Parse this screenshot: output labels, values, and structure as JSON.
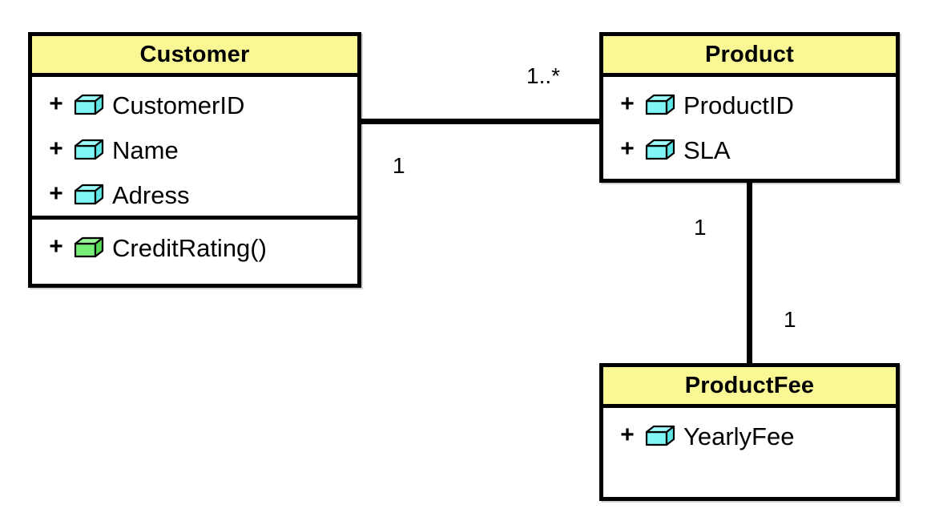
{
  "diagram": {
    "type": "uml-class-diagram",
    "background_color": "#ffffff",
    "header_fill": "#faf894",
    "border_color": "#000000",
    "attribute_icon_color": "#7ff5f5",
    "method_icon_color": "#77ee77"
  },
  "classes": [
    {
      "id": "customer",
      "name": "Customer",
      "attributes": [
        {
          "visibility": "+",
          "icon": "attribute-box-icon",
          "label": "CustomerID"
        },
        {
          "visibility": "+",
          "icon": "attribute-box-icon",
          "label": "Name"
        },
        {
          "visibility": "+",
          "icon": "attribute-box-icon",
          "label": "Adress"
        }
      ],
      "methods": [
        {
          "visibility": "+",
          "icon": "method-box-icon",
          "label": "CreditRating()"
        }
      ]
    },
    {
      "id": "product",
      "name": "Product",
      "attributes": [
        {
          "visibility": "+",
          "icon": "attribute-box-icon",
          "label": "ProductID"
        },
        {
          "visibility": "+",
          "icon": "attribute-box-icon",
          "label": "SLA"
        }
      ],
      "methods": []
    },
    {
      "id": "productfee",
      "name": "ProductFee",
      "attributes": [
        {
          "visibility": "+",
          "icon": "attribute-box-icon",
          "label": "YearlyFee"
        }
      ],
      "methods": []
    }
  ],
  "associations": [
    {
      "id": "customer-product",
      "from": "customer",
      "to": "product",
      "from_multiplicity": "1",
      "to_multiplicity": "1..*"
    },
    {
      "id": "product-productfee",
      "from": "product",
      "to": "productfee",
      "from_multiplicity": "1",
      "to_multiplicity": "1"
    }
  ]
}
